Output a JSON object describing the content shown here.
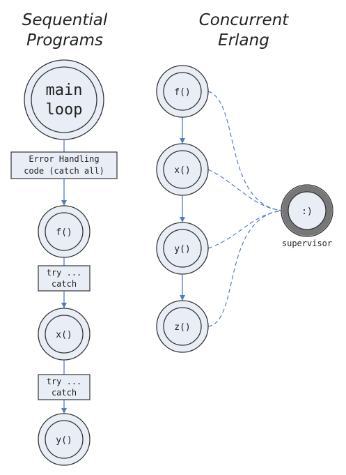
{
  "colors": {
    "node_fill": "#e9edf5",
    "node_stroke": "#333333",
    "arrow": "#4f7cc4",
    "supervisor_ring": "#777777"
  },
  "left": {
    "title_line1": "Sequential",
    "title_line2": "Programs",
    "main_line1": "main",
    "main_line2": "loop",
    "error_box_line1": "Error Handling",
    "error_box_line2": "code (catch all)",
    "node_f": "f()",
    "try1_line1": "try ...",
    "try1_line2": "catch",
    "node_x": "x()",
    "try2_line1": "try ...",
    "try2_line2": "catch",
    "node_y": "y()"
  },
  "right": {
    "title_line1": "Concurrent",
    "title_line2": "Erlang",
    "nodes": [
      "f()",
      "x()",
      "y()",
      "z()"
    ],
    "supervisor_symbol": ":)",
    "supervisor_label": "supervisor"
  }
}
